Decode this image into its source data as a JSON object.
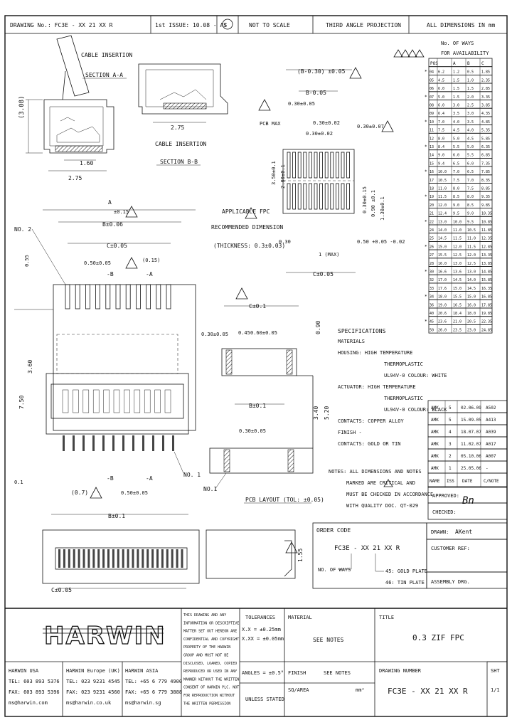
{
  "title_block_top": {
    "drawing_no": "DRAWING No.: FC3E - XX 21 XX R",
    "first_issue": "1st ISSUE: 10.08 - AS",
    "not_to_scale": "NOT TO SCALE",
    "projection": "THIRD ANGLE PROJECTION",
    "dimensions": "ALL DIMENSIONS IN mm"
  },
  "section_a": {
    "label_1": "CABLE INSERTION",
    "label_2": "SECTION A-A",
    "dim_height": "(3.08)",
    "dim_a": "1.60",
    "dim_b": "2.75"
  },
  "section_b": {
    "label_1": "CABLE INSERTION",
    "label_2": "SECTION B-B",
    "dim": "2.75"
  },
  "pcb_footprint": {
    "dim_1": "(B-0.30) ±0.05",
    "dim_2": "B-0.05",
    "dim_3": "0.30±0.05",
    "dim_4": "0.30±0.02",
    "dim_5": "0.30±0.07",
    "dim_6": "0.30±0.02",
    "pcb_max": "PCB MAX",
    "dim_v1": "3.50±0.1",
    "dim_v2": "2.80±0.1",
    "dim_v3": "0.30±0.15",
    "dim_v4": "0.90 ±0.1",
    "dim_v5": "1.30±0.1",
    "dim_7": "0.30",
    "dim_8": "1 (MAX)",
    "dim_9": "0.50 +0.05 -0.02",
    "dim_10": "C±0.05"
  },
  "fpc_label": {
    "line_1": "APPLICABLE FPC",
    "line_2": "RECOMMENDED DIMENSION",
    "line_3": "(THICKNESS: 0.3±0.03)"
  },
  "front_view": {
    "dim_a": "A",
    "dim_a_tol": "±0.15",
    "dim_b": "B±0.06",
    "dim_c": "C±0.05",
    "pitch": "0.50±0.05",
    "pitch_2": "(0.15)",
    "marker_b": "-B",
    "marker_a": "-A",
    "no2": "NO. 2",
    "no1": "NO. 1",
    "dim_h1": "0.55",
    "dim_h2": "3.60",
    "dim_h3": "7.50",
    "dim_left": "(0.7)",
    "dim_01": "0.1",
    "pitch_3": "0.50±0.05",
    "dim_bottom": "B±0.1",
    "marker_b2": "-B",
    "marker_a2": "-A"
  },
  "fpc_drawing": {
    "dim_top": "C±0.1",
    "dim_1": "0.45",
    "dim_2": "0.30±0.05",
    "dim_3": "0.60±0.05",
    "dim_4": "0.90",
    "dim_mid": "B±0.1",
    "dim_5": "0.30±0.05",
    "dim_6": "3.40",
    "dim_7": "5.20",
    "no1": "NO.1",
    "layout": "PCB LAYOUT (TOL: ±0.05)"
  },
  "specifications": {
    "heading": "SPECIFICATIONS",
    "lines": [
      "MATERIALS",
      "HOUSING: HIGH TEMPERATURE",
      "THERMOPLASTIC",
      "UL94V-0 COLOUR: WHITE",
      "ACTUATOR: HIGH TEMPERATURE",
      "THERMOPLASTIC",
      "UL94V-0 COLOUR: BLACK",
      "CONTACTS: COPPER ALLOY",
      "FINISH -",
      "CONTACTS: GOLD OR TIN"
    ],
    "notes": [
      "NOTES: ALL DIMENSIONS AND NOTES",
      "MARKED      ARE CRITICAL AND",
      "MUST BE CHECKED IN ACCORDANCE",
      "WITH QUALITY DOC. QT-029"
    ]
  },
  "dim_table": {
    "caption_1": "No. OF WAYS",
    "caption_2": "FOR AVAILABILITY",
    "headers": [
      "POS",
      "A",
      "B",
      "C"
    ],
    "rows": [
      [
        "04",
        "6.2",
        "1.2",
        "0.5",
        "1.85"
      ],
      [
        "05",
        "4.5",
        "1.5",
        "1.0",
        "2.35"
      ],
      [
        "06",
        "6.0",
        "1.5",
        "1.5",
        "2.85"
      ],
      [
        "07",
        "5.0",
        "1.5",
        "2.0",
        "3.35"
      ],
      [
        "08",
        "6.0",
        "3.0",
        "2.5",
        "3.85"
      ],
      [
        "09",
        "6.4",
        "3.5",
        "3.0",
        "4.35"
      ],
      [
        "10",
        "7.0",
        "4.0",
        "3.5",
        "4.85"
      ],
      [
        "11",
        "7.5",
        "4.5",
        "4.0",
        "5.35"
      ],
      [
        "12",
        "8.0",
        "5.0",
        "4.5",
        "5.85"
      ],
      [
        "13",
        "8.4",
        "5.5",
        "5.0",
        "6.35"
      ],
      [
        "14",
        "9.0",
        "6.0",
        "5.5",
        "6.85"
      ],
      [
        "15",
        "9.4",
        "6.5",
        "6.0",
        "7.35"
      ],
      [
        "16",
        "10.0",
        "7.0",
        "6.5",
        "7.85"
      ],
      [
        "17",
        "10.5",
        "7.5",
        "7.0",
        "8.35"
      ],
      [
        "18",
        "11.0",
        "8.0",
        "7.5",
        "8.85"
      ],
      [
        "19",
        "11.5",
        "8.5",
        "8.0",
        "9.35"
      ],
      [
        "20",
        "12.0",
        "9.0",
        "8.5",
        "9.85"
      ],
      [
        "21",
        "12.4",
        "9.5",
        "9.0",
        "10.35"
      ],
      [
        "22",
        "13.0",
        "10.0",
        "9.5",
        "10.85"
      ],
      [
        "24",
        "14.0",
        "11.0",
        "10.5",
        "11.85"
      ],
      [
        "25",
        "14.5",
        "11.5",
        "11.0",
        "12.35"
      ],
      [
        "26",
        "15.0",
        "12.0",
        "11.5",
        "12.85"
      ],
      [
        "27",
        "15.5",
        "12.5",
        "12.0",
        "13.35"
      ],
      [
        "28",
        "16.0",
        "13.0",
        "12.5",
        "13.85"
      ],
      [
        "30",
        "16.6",
        "13.6",
        "13.0",
        "14.85"
      ],
      [
        "32",
        "17.0",
        "14.5",
        "14.0",
        "15.85"
      ],
      [
        "33",
        "17.6",
        "15.0",
        "14.5",
        "16.35"
      ],
      [
        "34",
        "18.0",
        "15.5",
        "15.0",
        "16.85"
      ],
      [
        "36",
        "19.0",
        "16.5",
        "16.0",
        "17.85"
      ],
      [
        "40",
        "20.6",
        "18.4",
        "18.0",
        "19.85"
      ],
      [
        "45",
        "23.6",
        "21.0",
        "20.5",
        "22.35"
      ],
      [
        "50",
        "26.0",
        "23.5",
        "23.0",
        "24.85"
      ]
    ]
  },
  "revisions": {
    "rows": [
      [
        "AMK",
        "5",
        "02.06.09",
        "A502"
      ],
      [
        "AMK",
        "5",
        "15.09.05",
        "A413"
      ],
      [
        "AMK",
        "4",
        "18.07.07",
        "A039"
      ],
      [
        "AMK",
        "3",
        "11.02.07",
        "A017"
      ],
      [
        "AMK",
        "2",
        "05.10.06",
        "A007"
      ],
      [
        "AMK",
        "1",
        "25.05.06",
        "-"
      ]
    ],
    "headers": [
      "NAME",
      "ISS",
      "DATE",
      "C/NOTE"
    ],
    "approved": "APPROVED:",
    "checked": "CHECKED:",
    "drawn": "DRAWN:",
    "drawn_by": "AKent",
    "customer_ref": "CUSTOMER REF:",
    "assembly_drg": "ASSEMBLY DRG."
  },
  "order_code": {
    "heading": "ORDER CODE",
    "code": "FC3E - XX 21 XX R",
    "ways": "NO. OF WAYS",
    "gold": "45: GOLD PLATE",
    "tin": "46: TIN PLATE",
    "dim": "1.55",
    "bottom_dim": "C±0.05"
  },
  "title_block": {
    "logo": "HARWIN",
    "harwin_usa": [
      "HARWIN USA",
      "TEL: 603 893 5376",
      "FAX: 603 893 5396",
      "ms@harwin.com"
    ],
    "harwin_europe": [
      "HARWIN Europe (UK)",
      "TEL: 023 9231 4545",
      "FAX: 023 9231 4560",
      "ms@harwin.co.uk"
    ],
    "harwin_asia": [
      "HARWIN ASIA",
      "TEL: +65 6 779 4900",
      "FAX: +65 6 779 3888",
      "ms@harwin.sg"
    ],
    "copyright": [
      "THIS DRAWING AND ANY",
      "INFORMATION OR DESCRIPTIVE",
      "MATTER SET OUT HEREON ARE",
      "CONFIDENTIAL AND COPYRIGHT",
      "PROPERTY OF THE HARWIN",
      "GROUP AND MUST NOT BE",
      "DISCLOSED, LOANED, COPIED",
      "REPRODUCED OR USED IN ANY",
      "MANNER WITHOUT THE WRITTEN",
      "CONSENT OF HARWIN PLC. NOT",
      "FOR REPRODUCTION WITHOUT",
      "THE WRITTEN PERMISSION"
    ],
    "tolerances": "TOLERANCES",
    "tol_1": "X.X = ±0.25mm",
    "tol_2": "X.XX = ±0.05mm",
    "angles": "ANGLES = ±0.5°",
    "unless": "UNLESS STATED",
    "material": "MATERIAL",
    "see_notes_1": "SEE NOTES",
    "finish": "FINISH",
    "see_notes_2": "SEE NOTES",
    "sq_area": "SQ/AREA",
    "sq_unit": "mm²",
    "title": "TITLE",
    "title_value": "0.3 ZIF FPC",
    "drawing_number": "DRAWING NUMBER",
    "drawing_number_value": "FC3E - XX 21 XX R",
    "sht": "SHT",
    "sht_value": "1/1"
  }
}
